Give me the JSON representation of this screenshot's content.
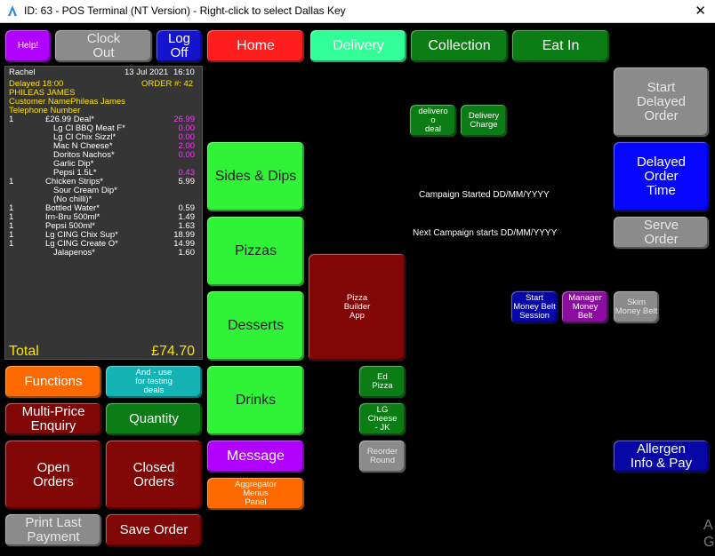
{
  "window": {
    "title": "ID: 63 - POS Terminal (NT Version) - Right-click to select Dallas Key",
    "close_glyph": "✕"
  },
  "top_buttons": {
    "help": "Help!",
    "clock_out": "Clock\nOut",
    "log_off": "Log\nOff",
    "home": "Home",
    "delivery": "Delivery",
    "collection": "Collection",
    "eat_in": "Eat In"
  },
  "receipt": {
    "staff": "Rachel",
    "date": "13 Jul 2021",
    "time": "16:10",
    "delayed": "Delayed 18:00",
    "order_no": "ORDER #: 42",
    "customer": "PHILEAS JAMES",
    "customer_name_line": "Customer NamePhileas James",
    "telephone": "Telephone Number",
    "lines": [
      {
        "qty": "1",
        "name": "£26.99 Deal*",
        "price": "26.99",
        "indent": 1,
        "price_color": "magenta"
      },
      {
        "qty": "",
        "name": "Lg Cl BBQ Meat F*",
        "price": "0.00",
        "indent": 2,
        "price_color": "magenta"
      },
      {
        "qty": "",
        "name": "Lg Cl Chix Sizzl*",
        "price": "0.00",
        "indent": 2,
        "price_color": "magenta"
      },
      {
        "qty": "",
        "name": "Mac N Cheese*",
        "price": "2.00",
        "indent": 2,
        "price_color": "magenta"
      },
      {
        "qty": "",
        "name": "Doritos Nachos*",
        "price": "0.00",
        "indent": 2,
        "price_color": "magenta"
      },
      {
        "qty": "",
        "name": "Garlic Dip*",
        "price": "",
        "indent": 2,
        "price_color": "white"
      },
      {
        "qty": "",
        "name": "Pepsi 1.5L*",
        "price": "0.43",
        "indent": 2,
        "price_color": "magenta"
      },
      {
        "qty": "1",
        "name": "Chicken Strips*",
        "price": "5.99",
        "indent": 1,
        "price_color": "white"
      },
      {
        "qty": "",
        "name": "Sour Cream Dip*",
        "price": "",
        "indent": 2,
        "price_color": "white"
      },
      {
        "qty": "",
        "name": "(No chilli)*",
        "price": "",
        "indent": 2,
        "price_color": "white"
      },
      {
        "qty": "1",
        "name": "Bottled Water*",
        "price": "0.59",
        "indent": 1,
        "price_color": "white"
      },
      {
        "qty": "1",
        "name": "Irn-Bru 500ml*",
        "price": "1.49",
        "indent": 1,
        "price_color": "white"
      },
      {
        "qty": "1",
        "name": "Pepsi 500ml*",
        "price": "1.63",
        "indent": 1,
        "price_color": "white"
      },
      {
        "qty": "1",
        "name": "Lg CING Chix Sup*",
        "price": "18.99",
        "indent": 1,
        "price_color": "white"
      },
      {
        "qty": "1",
        "name": "Lg CING Create O*",
        "price": "14.99",
        "indent": 1,
        "price_color": "white"
      },
      {
        "qty": "",
        "name": "Jalapenos*",
        "price": "1.60",
        "indent": 2,
        "price_color": "white"
      }
    ],
    "total_label": "Total",
    "total_value": "£74.70"
  },
  "left_buttons": {
    "functions": "Functions",
    "and_use": "And - use\nfor testing\ndeals",
    "multi_price": "Multi-Price\nEnquiry",
    "quantity": "Quantity",
    "open_orders": "Open\nOrders",
    "closed_orders": "Closed\nOrders",
    "print_last": "Print Last\nPayment",
    "save_order": "Save Order"
  },
  "categories": {
    "sides": "Sides & Dips",
    "pizzas": "Pizzas",
    "desserts": "Desserts",
    "drinks": "Drinks",
    "message": "Message",
    "aggregator": "Aggregator\nMenus\nPanel"
  },
  "center_buttons": {
    "deliveroo": "delivero\no\ndeal",
    "delivery_charge": "Delivery\nCharge",
    "pizza_builder": "Pizza\nBuilder\nApp",
    "ed_pizza": "Ed\nPizza",
    "lg_cheese": "LG\nCheese\n- JK",
    "reorder_round": "Reorder\nRound"
  },
  "campaign": {
    "started": "Campaign Started DD/MM/YYYY",
    "next": "Next Campaign starts DD/MM/YYYY"
  },
  "right_buttons": {
    "start_delayed": "Start\nDelayed\nOrder",
    "delayed_time": "Delayed\nOrder\nTime",
    "serve_order": "Serve\nOrder",
    "start_money_belt": "Start\nMoney Belt\nSession",
    "manager_money_belt": "Manager\nMoney\nBelt",
    "skim_money_belt": "Skim\nMoney Belt",
    "allergen": "Allergen\nInfo & Pay"
  },
  "watermark": "A\nG"
}
